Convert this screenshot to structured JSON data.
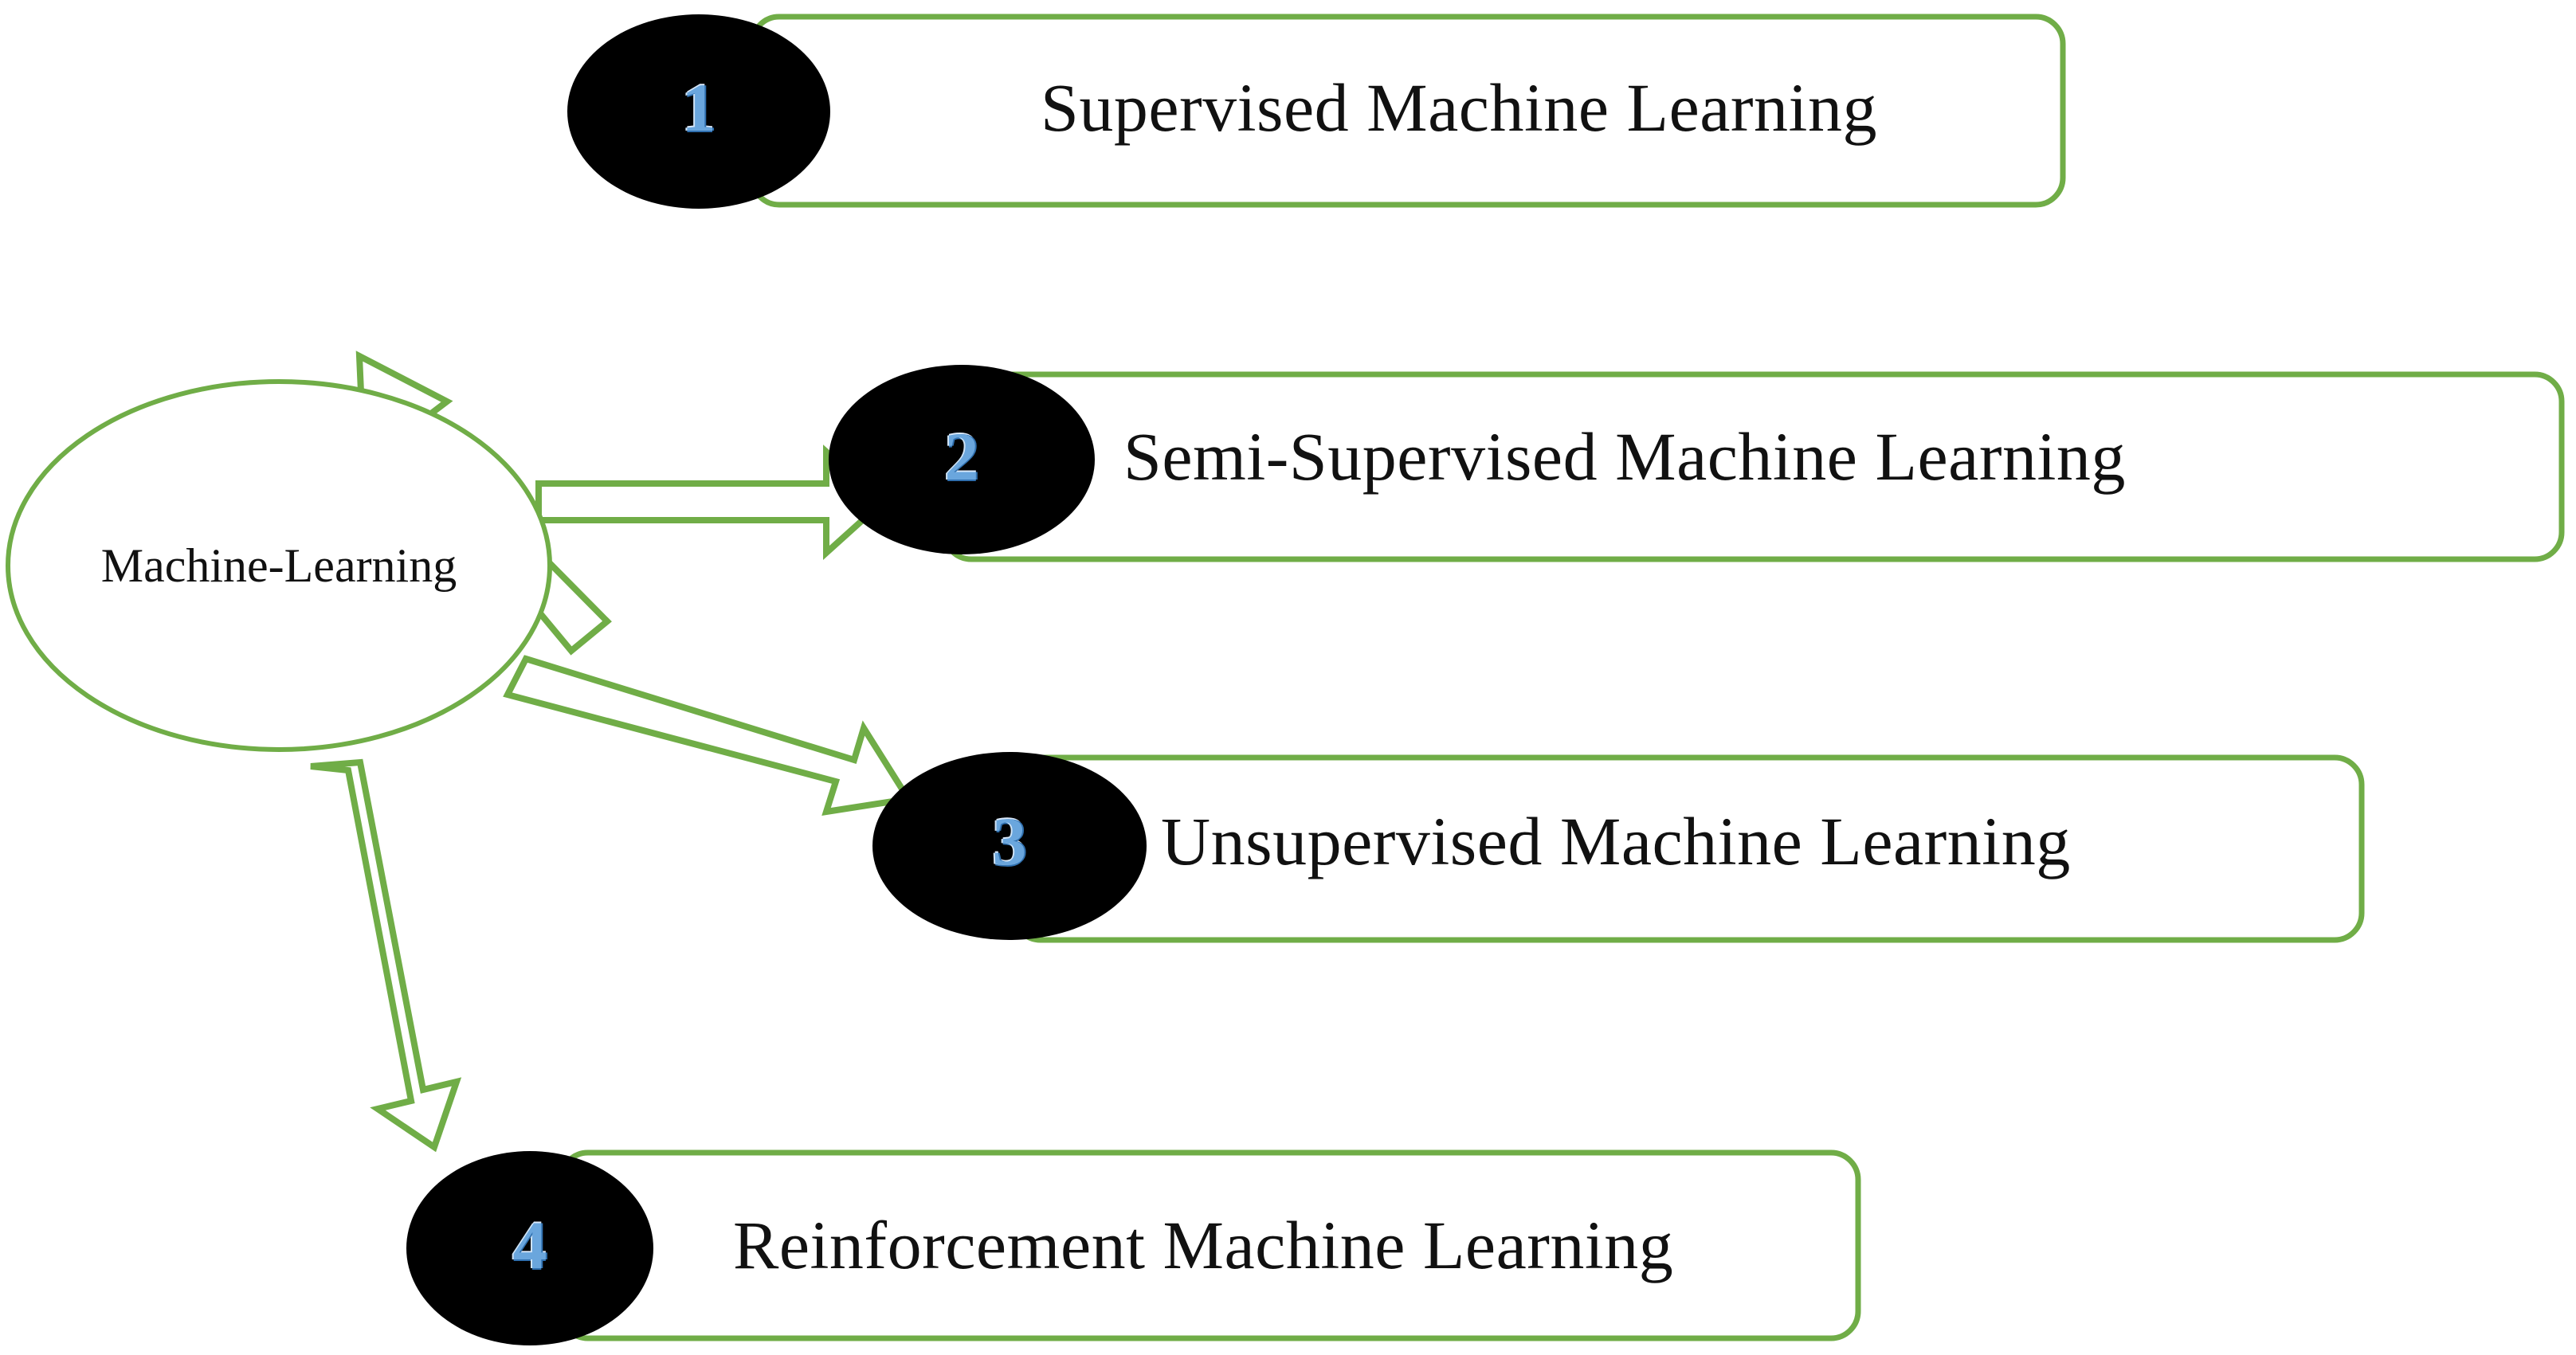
{
  "diagram": {
    "title": "Machine-Learning",
    "palette": {
      "outline_green": "#70AD47",
      "badge_fill": "#000000",
      "badge_number_blue": "#6AA6DD",
      "text_black": "#111111",
      "background": "#FFFFFF"
    },
    "center_node": {
      "label": "Machine-Learning",
      "shape": "ellipse"
    },
    "branches": [
      {
        "number": "1",
        "label": "Supervised Machine Learning",
        "arrow": "arrow-up-right",
        "shape": "rounded-rectangle"
      },
      {
        "number": "2",
        "label": "Semi-Supervised Machine Learning",
        "arrow": "arrow-right",
        "shape": "rounded-rectangle"
      },
      {
        "number": "3",
        "label": "Unsupervised Machine Learning",
        "arrow": "arrow-down-right",
        "shape": "rounded-rectangle"
      },
      {
        "number": "4",
        "label": "Reinforcement Machine Learning",
        "arrow": "arrow-down",
        "shape": "rounded-rectangle"
      }
    ]
  }
}
